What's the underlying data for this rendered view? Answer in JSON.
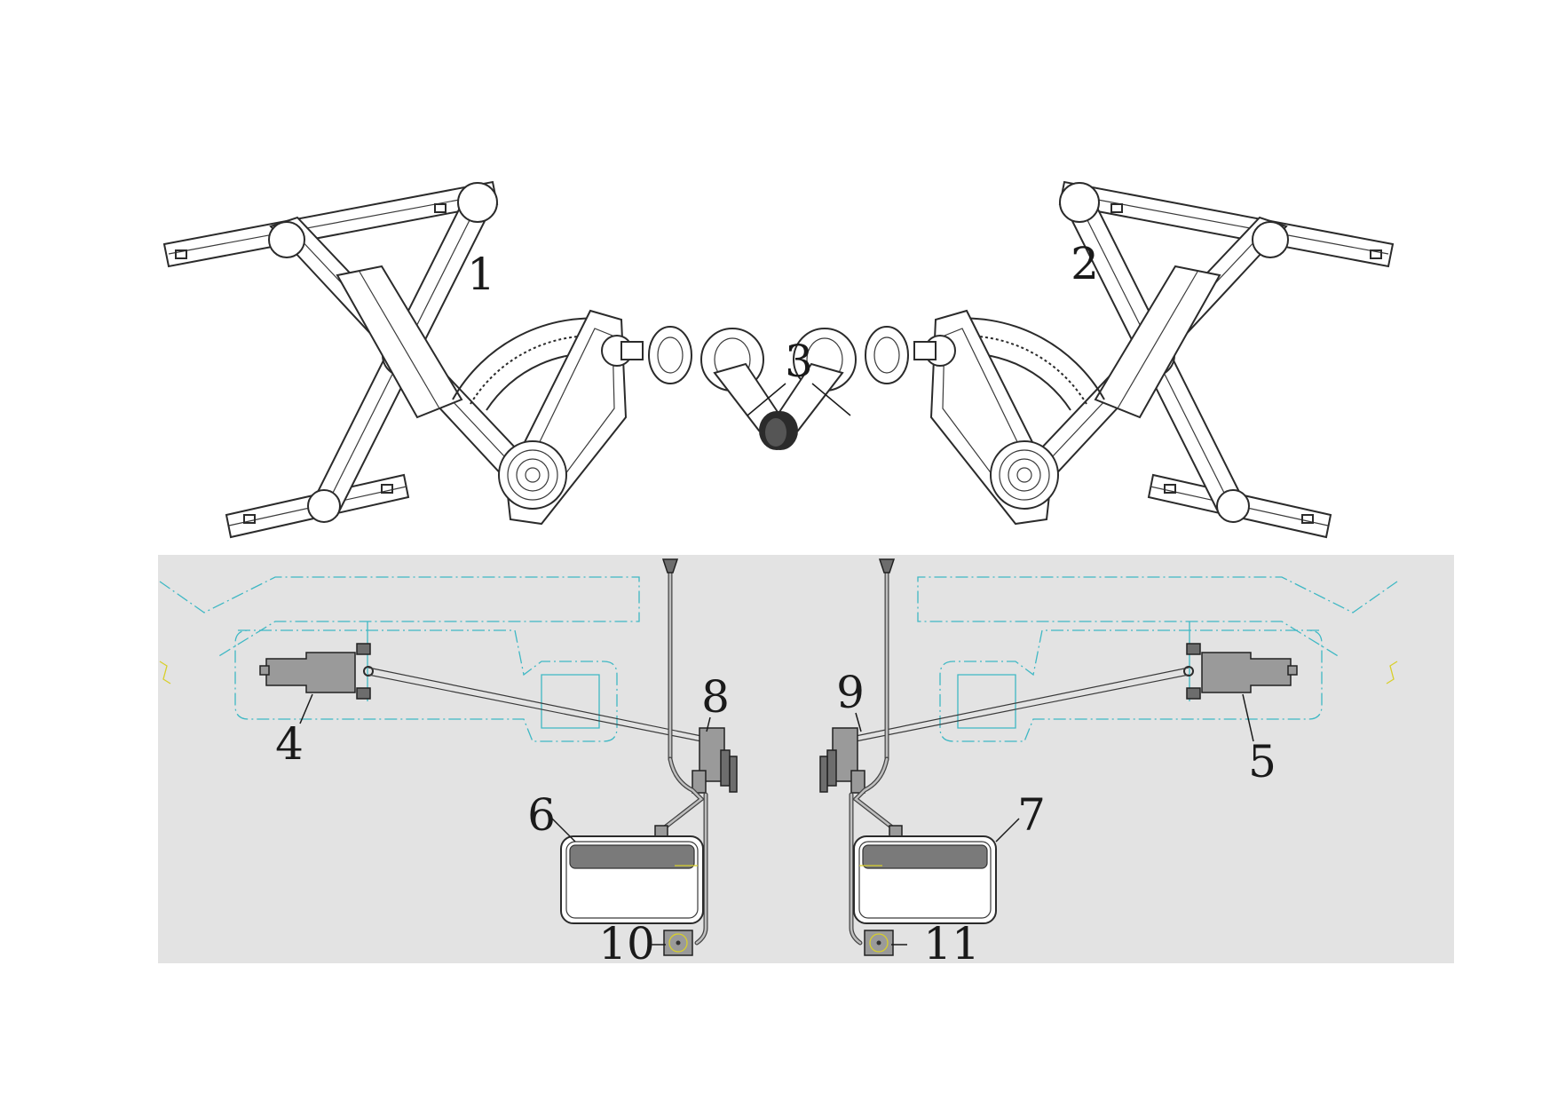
{
  "labels": {
    "c1": "1",
    "c2": "2",
    "c3": "3",
    "c4": "4",
    "c5": "5",
    "c6": "6",
    "c7": "7",
    "c8": "8",
    "c9": "9",
    "c10": "10",
    "c11": "11"
  },
  "colors": {
    "panel_background": "#e3e3e3",
    "outline_cyan": "#3fb8c4",
    "outline_yellow": "#d8cf2a",
    "ink": "#2b2b2b"
  }
}
